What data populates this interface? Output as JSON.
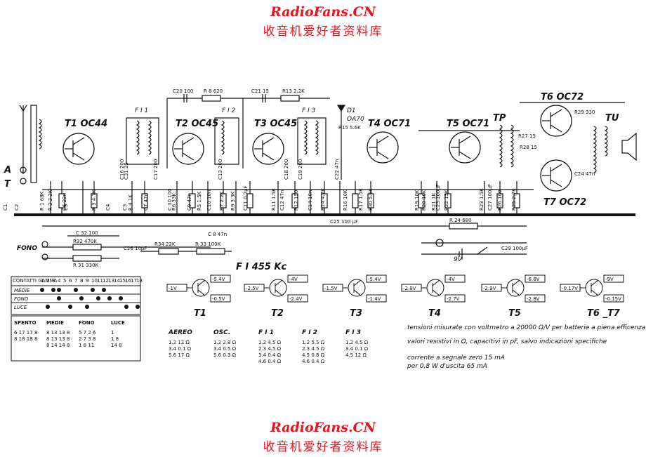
{
  "watermark": {
    "site": "RadioFans.CN",
    "tagline": "收音机爱好者资料库"
  },
  "transistors": {
    "t1": "T1 OC44",
    "t2": "T2 OC45",
    "t3": "T3 OC45",
    "t4": "T4 OC71",
    "t5": "T5 OC71",
    "t6": "T6 OC72",
    "t7": "T7 OC72"
  },
  "transformers": {
    "fi1": "F I 1",
    "fi2": "F I 2",
    "fi3": "F I 3",
    "tp": "TP",
    "tu": "TU",
    "if_freq": "F I 455 Kc"
  },
  "diode": {
    "name": "D1",
    "type": "OA70"
  },
  "inputs": {
    "antenna_a": "A",
    "ground_t": "T",
    "fono": "FONO"
  },
  "battery": "9V",
  "top_components": [
    {
      "id": "c20",
      "label": "C20 100"
    },
    {
      "id": "r8",
      "label": "R 8 620"
    },
    {
      "id": "c21",
      "label": "C21 15"
    },
    {
      "id": "r13",
      "label": "R13 2.2K"
    },
    {
      "id": "r15",
      "label": "R15 5.6K"
    },
    {
      "id": "r27",
      "label": "R27 15"
    },
    {
      "id": "r28",
      "label": "R28 15"
    },
    {
      "id": "r29",
      "label": "R29 330"
    },
    {
      "id": "c24",
      "label": "C24 47n"
    }
  ],
  "bottom_components": [
    {
      "id": "c32",
      "label": "C 32 100"
    },
    {
      "id": "r32",
      "label": "R32 470K"
    },
    {
      "id": "r31",
      "label": "R 31 330K"
    },
    {
      "id": "c26",
      "label": "C26 10µF"
    },
    {
      "id": "r34",
      "label": "R34 22K"
    },
    {
      "id": "r33",
      "label": "R 33 100K"
    },
    {
      "id": "c8",
      "label": "C 8 47n"
    },
    {
      "id": "c25",
      "label": "C25 100 µF"
    },
    {
      "id": "r24",
      "label": "R 24 680"
    },
    {
      "id": "c29",
      "label": "C29 100µF"
    }
  ],
  "vertical_components": [
    "C1",
    "C2",
    "R 2 2.2K",
    "R 1 68K",
    "C6 22n",
    "C5",
    "R 3 4.7K",
    "C4",
    "C3",
    "R 4 1K",
    "C7 47n",
    "C 30 100",
    "R6 33K",
    "C9 47n",
    "R5 1.5K",
    "C10 10n",
    "R7 2.2K",
    "R9 3.3K",
    "C11 0.2µF",
    "R11 1.5K",
    "C12 47n",
    "R12 150",
    "C14 10n",
    "R14 4.7K",
    "R16 10K",
    "R17 1.5K",
    "R30 5.6K",
    "R19 10K",
    "R20 10K",
    "R21 1K",
    "C23 100µF",
    "R22 15K",
    "R23 1.5K",
    "C27 100µF",
    "R26 100",
    "R25 2.7K",
    "C16 200",
    "C31 25",
    "C13 200",
    "C18 200",
    "C19 200",
    "C22 47n",
    "C17 200"
  ],
  "switch_table": {
    "header_row": "CONTATTI GAMMA",
    "contacts": [
      "1",
      "2",
      "3",
      "4",
      "5",
      "6",
      "7",
      "8",
      "9",
      "10",
      "11",
      "12",
      "13",
      "14",
      "15",
      "16",
      "17",
      "18"
    ],
    "rows": [
      {
        "name": "MEDIE",
        "dots": [
          0,
          2,
          3,
          6,
          9,
          11
        ]
      },
      {
        "name": "FONO",
        "dots": [
          3,
          7,
          10,
          12,
          14
        ]
      },
      {
        "name": "LUCE",
        "dots": [
          1,
          5,
          8,
          15,
          17
        ]
      }
    ],
    "states": {
      "spento": {
        "label": "SPENTO",
        "lines": [
          "6 17  17 8",
          "8 18  18 8"
        ]
      },
      "medie": {
        "label": "MEDIE",
        "lines": [
          "8 13  13 8",
          "8 13  13 8",
          "8 14  14 8"
        ]
      },
      "fono": {
        "label": "FONO",
        "lines": [
          "5 7  2 6",
          "2 7  3 8",
          "1 8  11"
        ]
      },
      "luce": {
        "label": "LUCE",
        "lines": [
          "1",
          "1 8",
          "14 8"
        ]
      }
    }
  },
  "transistor_voltages": [
    {
      "name": "T1",
      "b": "-1V",
      "c": "-5.4V",
      "e": "-0.5V"
    },
    {
      "name": "T2",
      "b": "-2.5V",
      "c": "-4V",
      "e": "-2.4V"
    },
    {
      "name": "T3",
      "b": "-1.5V",
      "c": "-5.4V",
      "e": "-1.4V"
    },
    {
      "name": "T4",
      "b": "-2.8V",
      "c": "-4V",
      "e": "-2.7V"
    },
    {
      "name": "T5",
      "b": "-2.9V",
      "c": "-6.6V",
      "e": "-2.8V"
    },
    {
      "name": "T6_T7",
      "b": "-0.17V",
      "c": "-9V",
      "e": "-0.15V"
    }
  ],
  "coil_resistances": {
    "columns": [
      "AEREO",
      "OSC.",
      "F I 1",
      "F I 2",
      "F I 3"
    ],
    "rows": [
      [
        "1.2  12 Ω",
        "1.2  2.8 Ω",
        "1.2  4.5 Ω",
        "1.2  5.5 Ω",
        "1.2  4.5 Ω"
      ],
      [
        "3.4  0.1 Ω",
        "3.4  0.5 Ω",
        "2.3  4.5 Ω",
        "2.3  4.5 Ω",
        "3.4  0.1 Ω"
      ],
      [
        "5.6  17 Ω",
        "5.6  0.3 Ω",
        "3.4  0.4 Ω",
        "4.5  0.8 Ω",
        "4.5  12 Ω"
      ],
      [
        "",
        "",
        "4.6  0.4 Ω",
        "4.6  0.4 Ω",
        ""
      ]
    ]
  },
  "notes": [
    "tensioni misurate con voltmetro a 20000 Ω/V per batterie a piena efficenza",
    "valori resistivi in Ω, capacitivi in pF, salvo indicazioni specifiche",
    "corrente a segnale zero  15 mA",
    "per 0,8 W d'uscita  65 mA"
  ],
  "colors": {
    "ink": "#111111",
    "watermark": "#e8141e",
    "paper": "#ffffff"
  }
}
